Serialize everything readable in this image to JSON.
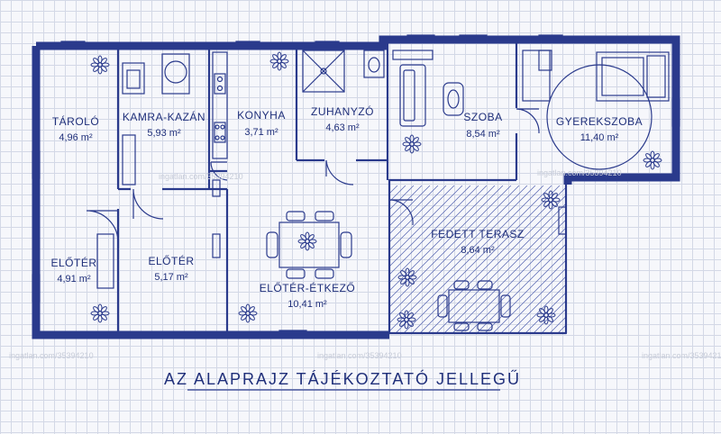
{
  "rooms": [
    {
      "name": "TÁROLÓ",
      "area": "4,96 m²"
    },
    {
      "name": "KAMRA-KAZÁN",
      "area": "5,93 m²"
    },
    {
      "name": "KONYHA",
      "area": "3,71 m²"
    },
    {
      "name": "ZUHANYZÓ",
      "area": "4,63 m²"
    },
    {
      "name": "SZOBA",
      "area": "8,54 m²"
    },
    {
      "name": "GYEREKSZOBA",
      "area": "11,40 m²"
    },
    {
      "name": "ELŐTÉR",
      "area": "4,91 m²"
    },
    {
      "name": "ELŐTÉR",
      "area": "5,17 m²"
    },
    {
      "name": "ELŐTÉR-ÉTKEZŐ",
      "area": "10,41 m²"
    },
    {
      "name": "FEDETT TERASZ",
      "area": "8,64 m²"
    }
  ],
  "caption": "AZ ALAPRAJZ TÁJÉKOZTATÓ JELLEGŰ",
  "watermarks": [
    "ingatlan.com/35394210",
    "ingatlan.com/35394210",
    "ingatlan.com/35394210",
    "ingatlan.com/35394210",
    "ingatlan.com/35394210"
  ],
  "colors": {
    "ink": "#2a3a8c",
    "grid": "#d3d8e6",
    "paper": "#f6f7fb"
  }
}
